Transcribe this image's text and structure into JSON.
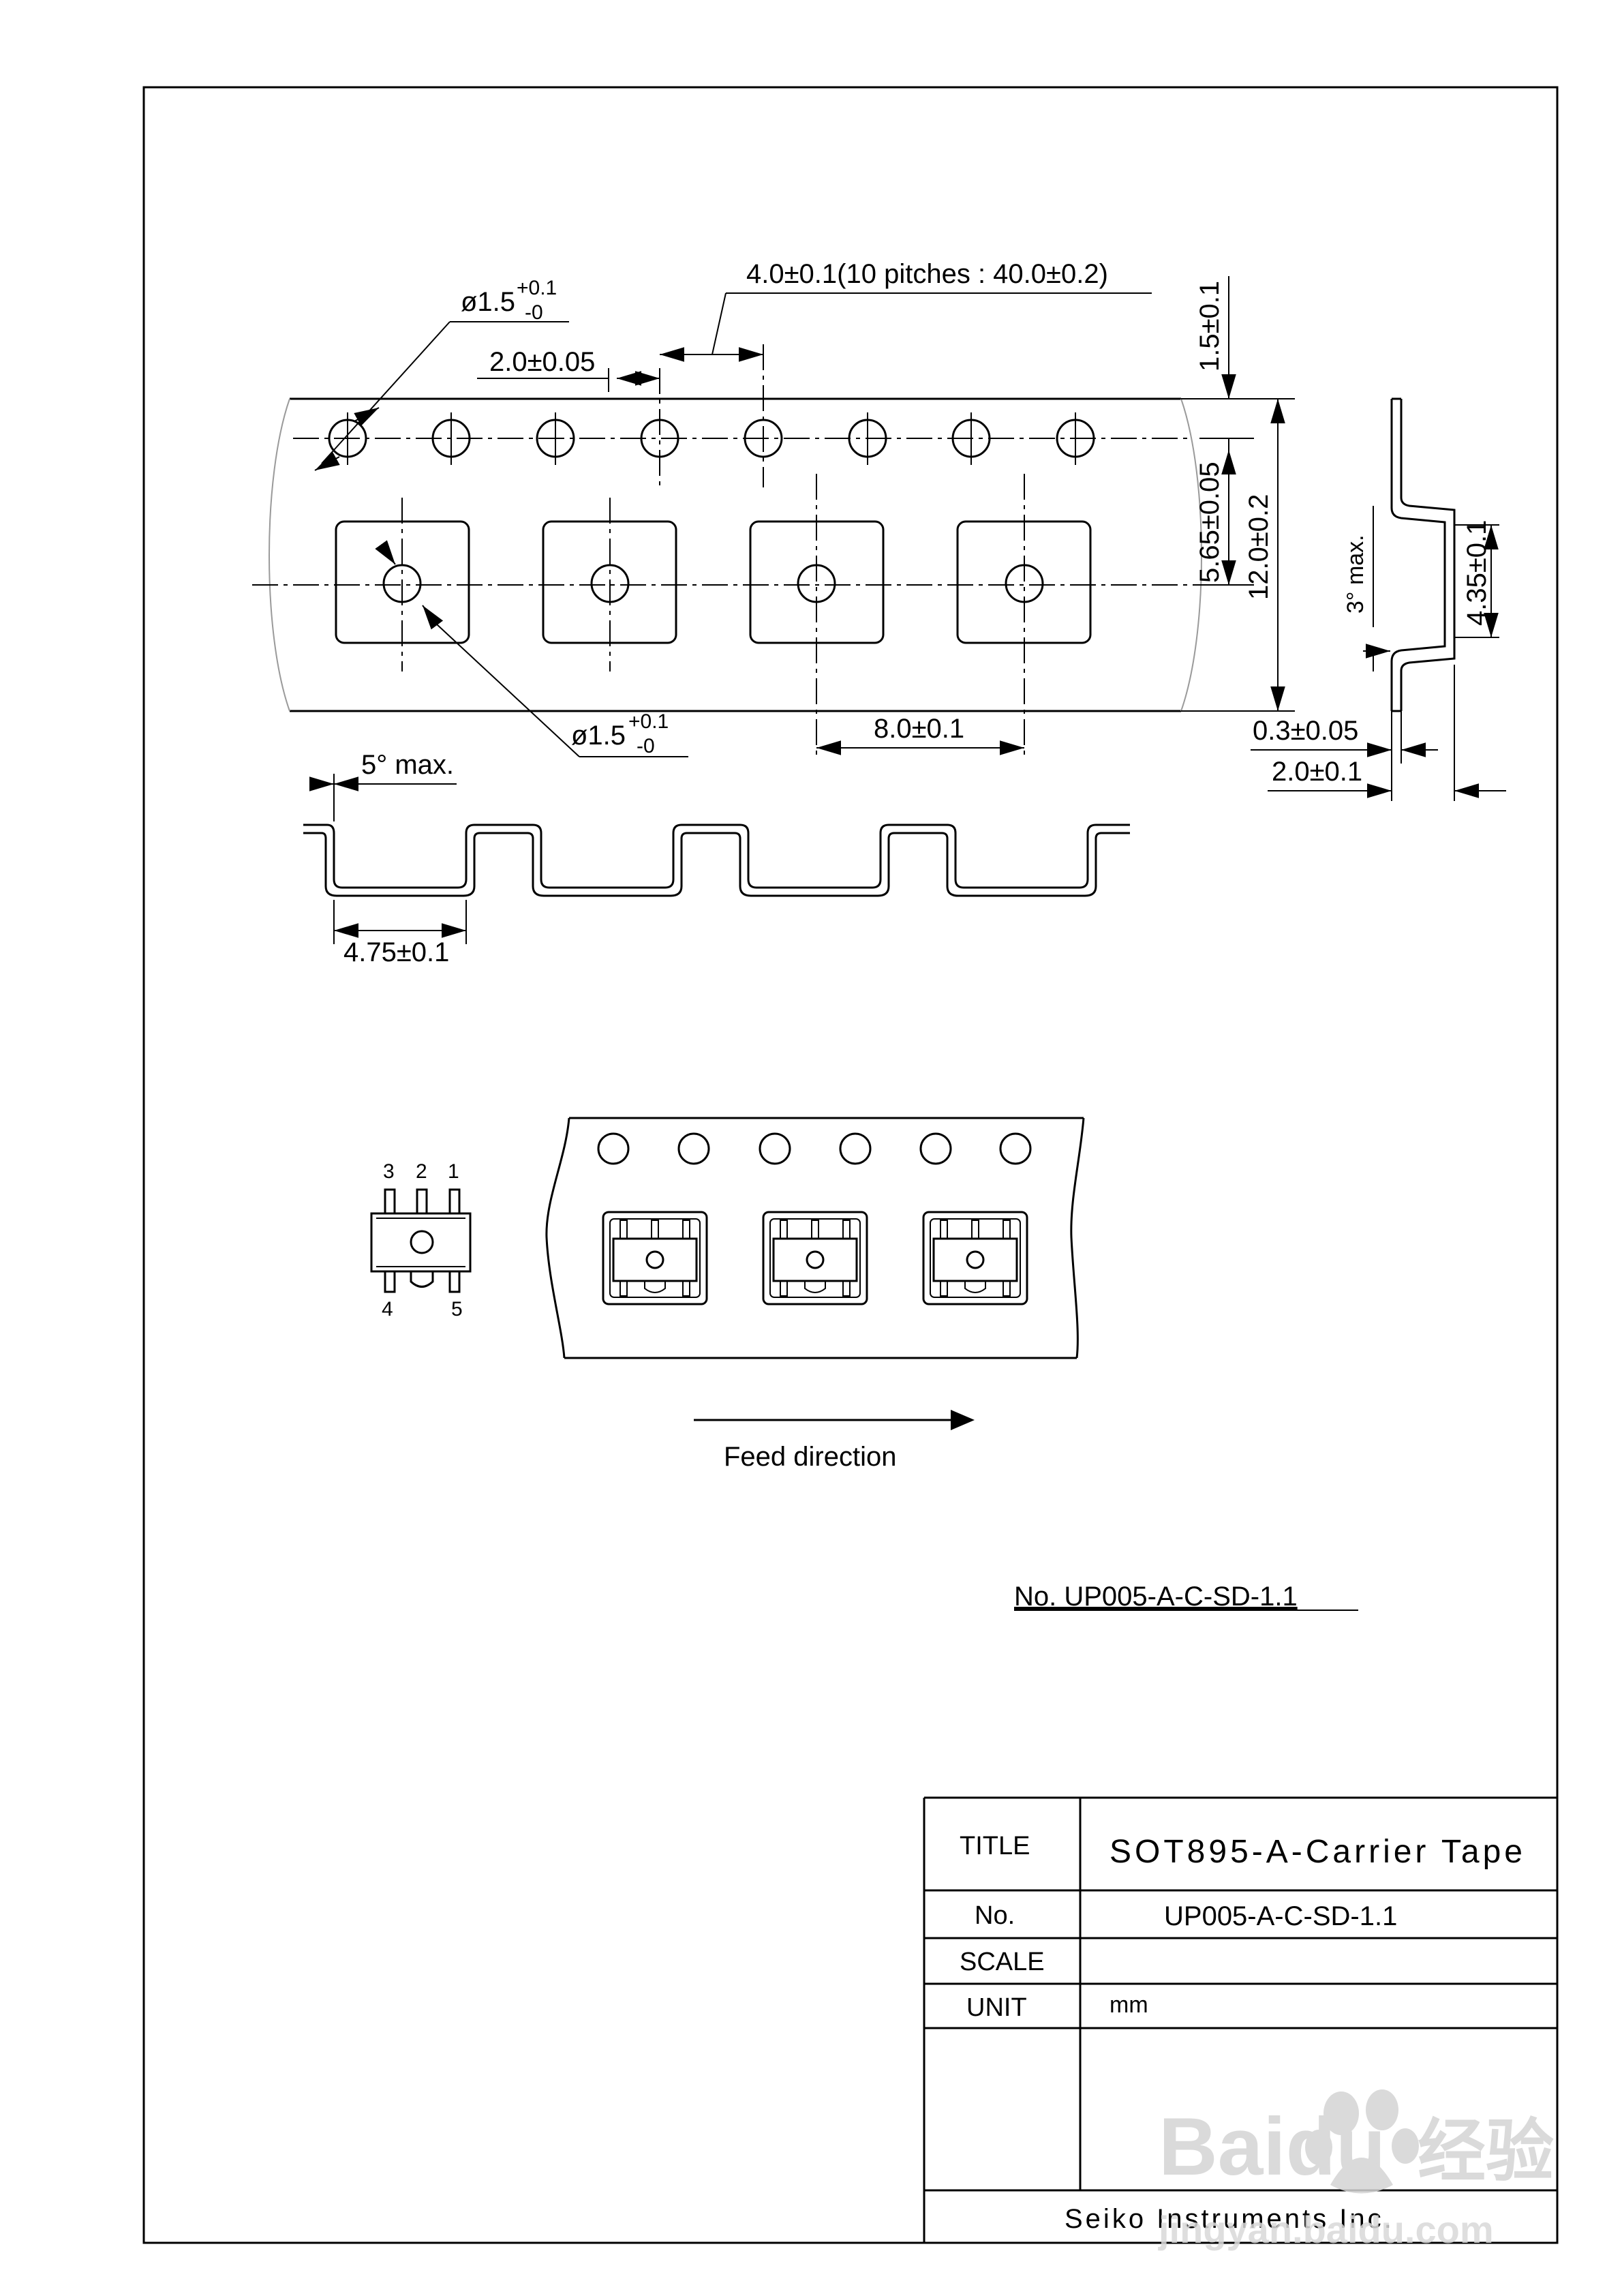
{
  "dimensions": {
    "hole_diameter_top": "ø1.5",
    "hole_diameter_top_tol_plus": "+0.1",
    "hole_diameter_top_tol_minus": "-0",
    "pitch": "4.0±0.1(10 pitches : 40.0±0.2)",
    "hole_to_pocket_offset": "2.0±0.05",
    "edge_to_hole": "1.5±0.1",
    "hole_row_to_pocket_center": "5.65±0.05",
    "tape_width": "12.0±0.2",
    "pocket_hole_diameter": "ø1.5",
    "pocket_hole_tol_plus": "+0.1",
    "pocket_hole_tol_minus": "-0",
    "pocket_pitch": "8.0±0.1",
    "tape_thickness": "0.3±0.05",
    "pocket_side_width": "2.0±0.1",
    "draft_angle_side": "3° max.",
    "pocket_depth": "4.35±0.1",
    "draft_angle_bottom": "5° max.",
    "pocket_width": "4.75±0.1"
  },
  "component": {
    "pins_top": [
      "3",
      "2",
      "1"
    ],
    "pins_bottom": [
      "4",
      "5"
    ]
  },
  "feed_direction_label": "Feed direction",
  "drawing_number": "No. UP005-A-C-SD-1.1",
  "title_block": {
    "title_label": "TITLE",
    "title_value": "SOT895-A-Carrier Tape",
    "no_label": "No.",
    "no_value": "UP005-A-C-SD-1.1",
    "scale_label": "SCALE",
    "scale_value": "",
    "unit_label": "UNIT",
    "unit_value": "mm",
    "company": "Seiko Instruments Inc."
  },
  "watermark": {
    "brand": "Baidu",
    "brand_cn": "经验",
    "url": "jingyan.baidu.com"
  }
}
